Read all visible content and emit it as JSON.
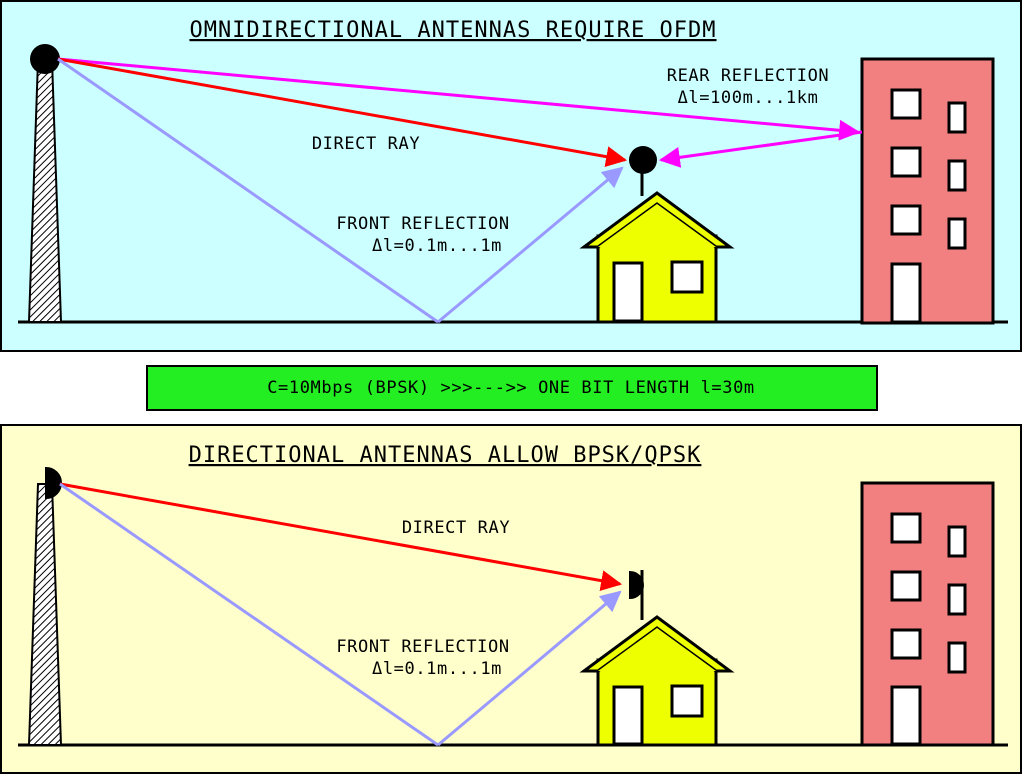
{
  "top_panel": {
    "title": "OMNIDIRECTIONAL ANTENNAS REQUIRE OFDM",
    "background": "#ccffff",
    "rear_reflection_label": "REAR REFLECTION",
    "rear_reflection_delta": "Δl=100m...1km",
    "direct_ray_label": "DIRECT RAY",
    "front_reflection_label": "FRONT REFLECTION",
    "front_reflection_delta": "Δl=0.1m...1m"
  },
  "banner": {
    "text": "C=10Mbps (BPSK) >>>--->> ONE BIT LENGTH l=30m",
    "background": "#22ee22"
  },
  "bottom_panel": {
    "title": "DIRECTIONAL ANTENNAS ALLOW BPSK/QPSK",
    "background": "#ffffcc",
    "direct_ray_label": "DIRECT RAY",
    "front_reflection_label": "FRONT REFLECTION",
    "front_reflection_delta": "Δl=0.1m...1m"
  },
  "colors": {
    "direct_ray": "#ff0000",
    "front_reflection": "#9999ff",
    "rear_reflection": "#ff00ff",
    "house": "#eeff00",
    "building": "#f28080",
    "ground": "#000000"
  }
}
